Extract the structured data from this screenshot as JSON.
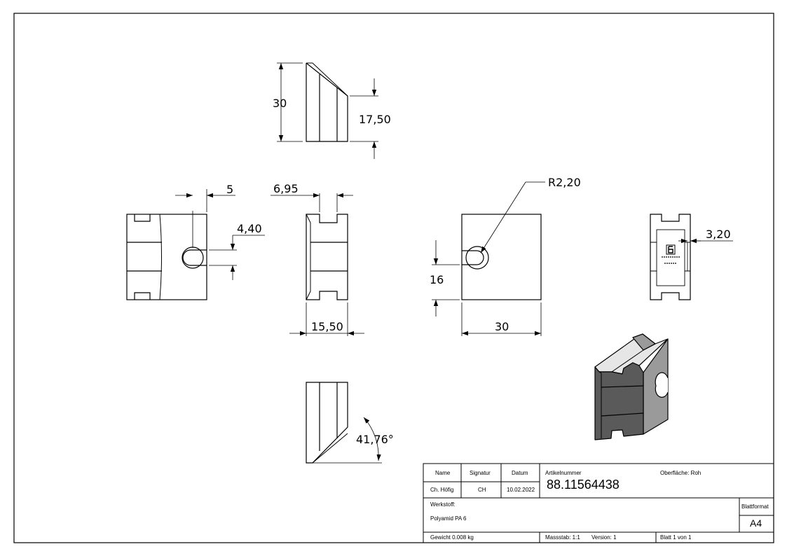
{
  "dimensions": {
    "top_height": "30",
    "top_right": "17,50",
    "left_slot": "5",
    "left_hole": "4,40",
    "side_slot": "6,95",
    "side_width": "15,50",
    "radius": "R2,20",
    "front_height": "16",
    "front_width": "30",
    "back_depth": "3,20",
    "angle": "41,76°"
  },
  "title_block": {
    "headers": {
      "name": "Name",
      "signatur": "Signatur",
      "datum": "Datum"
    },
    "values": {
      "name": "Ch. Höfig",
      "signatur": "CH",
      "datum": "10.02.2022"
    },
    "artikel_label": "Artikelnummer",
    "artikel_number": "88.11564438",
    "oberflaeche": "Oberfläche:  Roh",
    "werkstoff_label": "Werkstoff:",
    "werkstoff_value": "Polyamid PA 6",
    "blattformat_label": "Blattformat",
    "blattformat_value": "A4",
    "gewicht": "Gewicht 0.008 kg",
    "massstab": "Massstab: 1:1",
    "version": "Version: 1",
    "blatt": "Blatt 1 von 1"
  },
  "colors": {
    "line": "#000000",
    "shade_dark": "#5a5a5a",
    "shade_mid": "#7a7a7a",
    "shade_light": "#9a9a9a",
    "face_light": "#e6e6e6"
  }
}
